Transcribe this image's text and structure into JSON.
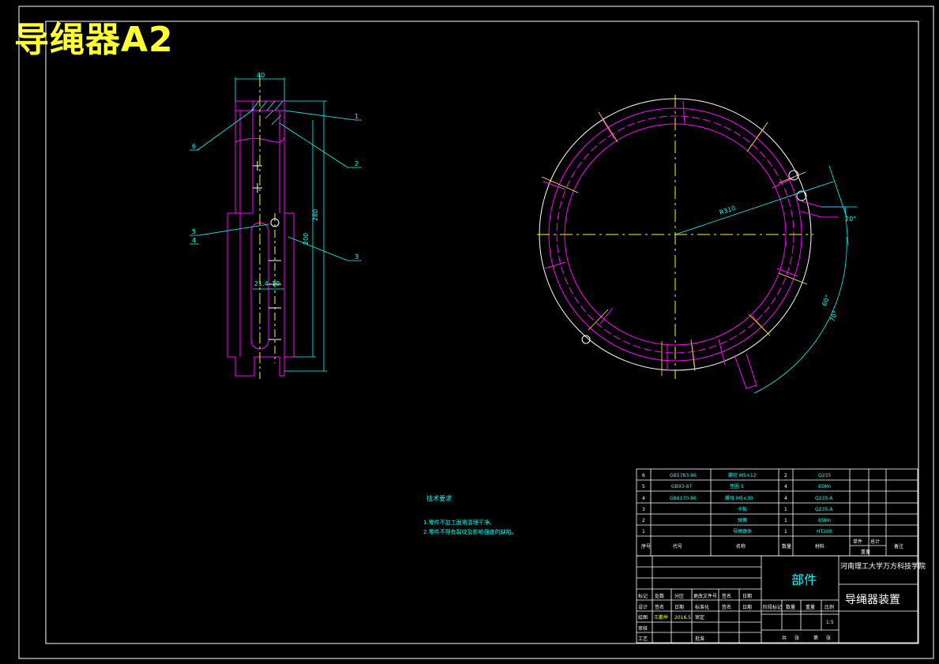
{
  "sheet_title": "导绳器A2",
  "tech": {
    "heading": "技术要求",
    "notes": [
      "1.零件不加工面需清理干净。",
      "2.零件不得有裂纹及影响强度的缺陷。"
    ]
  },
  "balloons": [
    "1",
    "2",
    "3",
    "4",
    "5",
    "6"
  ],
  "dims": {
    "width_top": "40",
    "height": "280",
    "inner": "200",
    "radius": "R310",
    "angle_a": "20°",
    "angle_b": "60°",
    "angle_c": "70°",
    "small_a": "21.4",
    "small_b": "10"
  },
  "bom": {
    "rows": [
      {
        "no": "6",
        "code": "GB5783-86",
        "name": "螺栓 M5×12",
        "qty": "2",
        "material": "Q235"
      },
      {
        "no": "5",
        "code": "GB93-87",
        "name": "垫圈 5",
        "qty": "4",
        "material": "65Mn"
      },
      {
        "no": "4",
        "code": "GB6170-86",
        "name": "螺母 M5×30",
        "qty": "4",
        "material": "Q235-A"
      },
      {
        "no": "3",
        "code": "",
        "name": "卡板",
        "qty": "1",
        "material": "Q235-A"
      },
      {
        "no": "2",
        "code": "",
        "name": "弹簧",
        "qty": "1",
        "material": "65Mn"
      },
      {
        "no": "1",
        "code": "",
        "name": "导绳器体",
        "qty": "1",
        "material": "HT200"
      }
    ],
    "header": {
      "no": "序号",
      "code": "代号",
      "name": "名称",
      "qty": "数量",
      "material": "材料",
      "weight_single": "单件",
      "weight_total": "总计",
      "weight": "重量",
      "remark": "备注"
    }
  },
  "titleblock": {
    "part": "部件",
    "school": "河南理工大学万方科技学院",
    "drawing_name": "导绳器装置",
    "scale": "1:5",
    "row_labels": [
      "标记",
      "处数",
      "分区",
      "更改文件号",
      "签名",
      "日期"
    ],
    "design_labels": [
      "设计",
      "签名",
      "日期",
      "标准化",
      "签名",
      "日期"
    ],
    "draw_label": "绘图",
    "draw_name": "王鹏举",
    "draw_date": "2016.5",
    "check_label": "审核",
    "check_label2": "审定",
    "craft_label": "工艺",
    "approve_label": "批准",
    "stage_labels": [
      "阶段标记",
      "数量",
      "重量",
      "比例"
    ],
    "sheets": [
      "共",
      "张",
      "第",
      "张"
    ]
  },
  "colors": {
    "frame": "#ffffff",
    "part": "#ff00ff",
    "dim": "#00ffff",
    "center": "#ffff00",
    "title": "#ffff33"
  }
}
